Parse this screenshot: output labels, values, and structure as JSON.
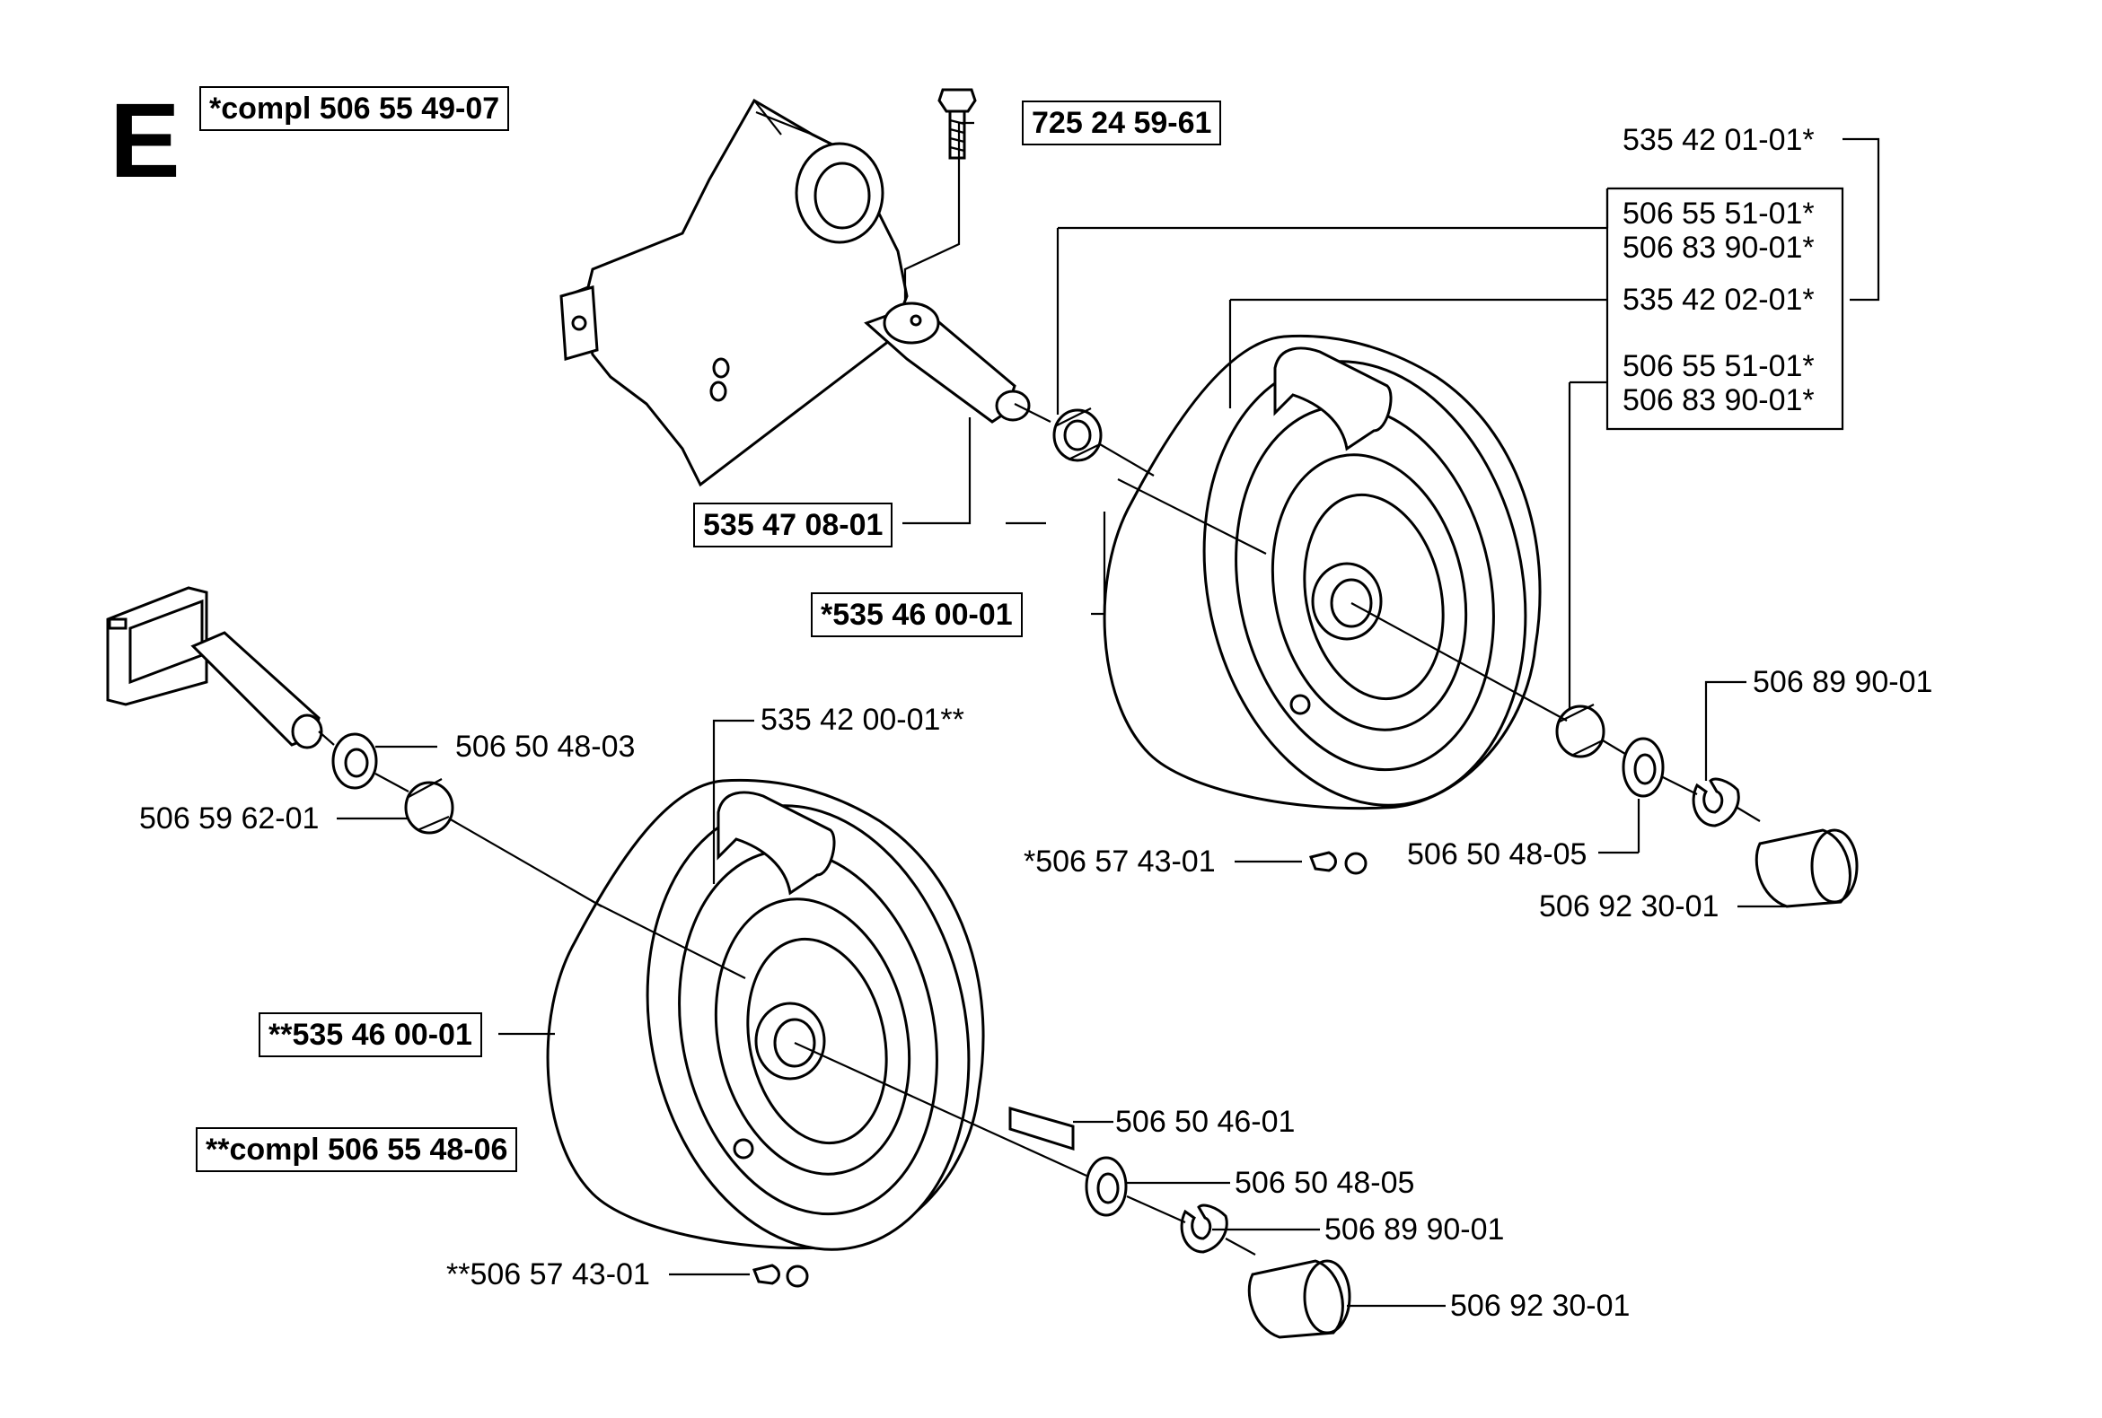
{
  "section_letter": "E",
  "labels": {
    "compl_upper": "*compl 506 55 49-07",
    "bolt": "725 24 59-61",
    "axle_upper": "535 47 08-01",
    "wheel_upper": "*535 46 00-01",
    "wheel_lower": "**535 46 00-01",
    "compl_lower": "**compl 506 55 48-06",
    "tyre_pair": "535 42 01-01*",
    "bearing_a1": "506 55 51-01*",
    "bearing_a2": "506 83 90-01*",
    "tyre_upper": "535 42 02-01*",
    "bearing_b1": "506 55 51-01*",
    "bearing_b2": "506 83 90-01*",
    "clip_upper": "506 89 90-01",
    "washer_upper": "506 50 48-05",
    "cap_upper": "506 92 30-01",
    "valve_upper": "*506 57 43-01",
    "washer_lower_left": "506 50 48-03",
    "bushing_lower_left": "506 59 62-01",
    "tyre_lower": "535 42 00-01**",
    "key_lower": "506 50 46-01",
    "washer_lower": "506 50 48-05",
    "clip_lower": "506 89 90-01",
    "valve_lower": "**506 57 43-01",
    "cap_lower": "506 92 30-01"
  }
}
